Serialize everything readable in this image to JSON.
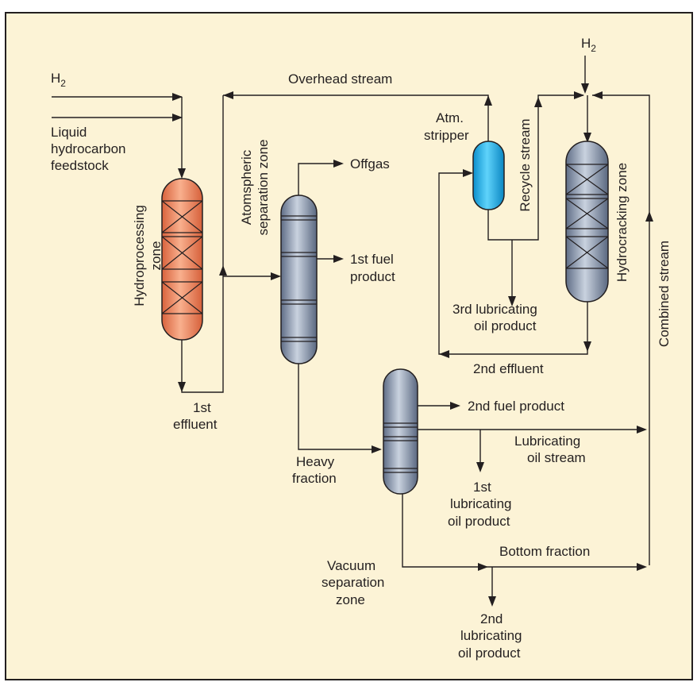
{
  "colors": {
    "background": "#fcf3d6",
    "border": "#231f20",
    "hydroprocessing_vessel": "#ee8a64",
    "column_gray": "#8d9cb3",
    "stripper_blue": "#1ab2e8"
  },
  "labels": {
    "h2_left": "H",
    "h2_left_sub": "2",
    "h2_right": "H",
    "h2_right_sub": "2",
    "feed_line1": "Liquid",
    "feed_line2": "hydrocarbon",
    "feed_line3": "feedstock",
    "hydroprocessing_line1": "Hydroprocessing",
    "hydroprocessing_line2": "zone",
    "first_effluent_line1": "1st",
    "first_effluent_line2": "effluent",
    "atm_sep_line1": "Atomspheric",
    "atm_sep_line2": "separation zone",
    "overhead_stream": "Overhead stream",
    "offgas": "Offgas",
    "first_fuel_line1": "1st fuel",
    "first_fuel_line2": "product",
    "atm_stripper_line1": "Atm.",
    "atm_stripper_line2": "stripper",
    "recycle_stream": "Recycle stream",
    "hydrocracking_zone": "Hydrocracking zone",
    "third_lube_line1": "3rd lubricating",
    "third_lube_line2": "oil product",
    "second_effluent": "2nd effluent",
    "combined_stream": "Combined stream",
    "second_fuel": "2nd fuel product",
    "lube_stream_line1": "Lubricating",
    "lube_stream_line2": "oil stream",
    "heavy_line1": "Heavy",
    "heavy_line2": "fraction",
    "first_lube_line1": "1st",
    "first_lube_line2": "lubricating",
    "first_lube_line3": "oil product",
    "vacuum_line1": "Vacuum",
    "vacuum_line2": "separation",
    "vacuum_line3": "zone",
    "bottom_fraction": "Bottom fraction",
    "second_lube_line1": "2nd",
    "second_lube_line2": "lubricating",
    "second_lube_line3": "oil product"
  }
}
